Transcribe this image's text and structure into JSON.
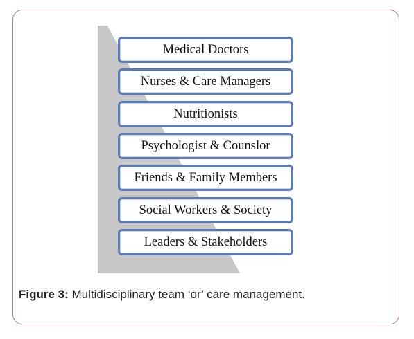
{
  "figure": {
    "tiers": [
      {
        "label": "Medical Doctors"
      },
      {
        "label": "Nurses & Care Managers"
      },
      {
        "label": "Nutritionists"
      },
      {
        "label": "Psychologist  & Counslor"
      },
      {
        "label": "Friends & Family  Members"
      },
      {
        "label": "Social Workers & Society"
      },
      {
        "label": "Leaders & Stakeholders"
      }
    ],
    "caption_label": "Figure 3:",
    "caption_text": " Multidisciplinary team ‘or’ care management.",
    "colors": {
      "tier_border": "#5a7bb6",
      "background_shape": "#c8c8c8",
      "card_border": "#b07a8e"
    }
  }
}
